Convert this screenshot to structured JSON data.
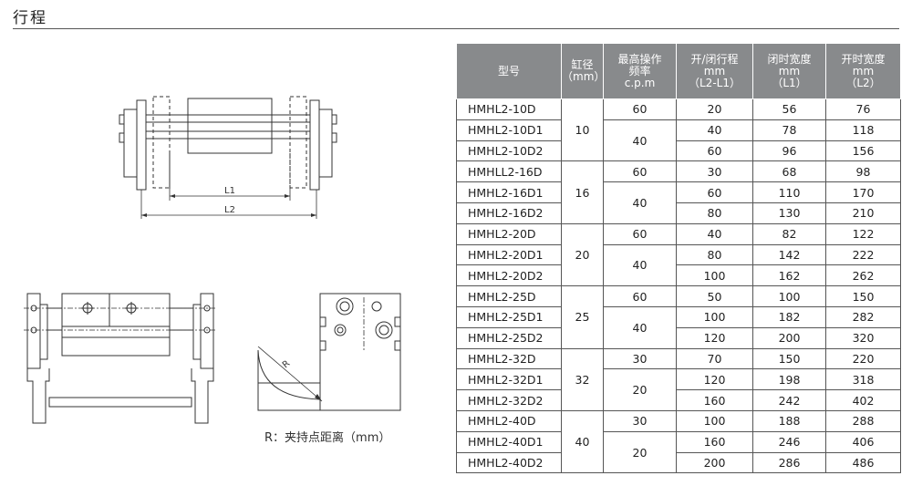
{
  "page": {
    "title": "行程"
  },
  "drawings": {
    "top_view": {
      "dim_inner": "L1",
      "dim_outer": "L2",
      "radius_label": "R"
    },
    "caption": "R：夹持点距离（mm）"
  },
  "table": {
    "headers": [
      {
        "lines": [
          "型号"
        ]
      },
      {
        "lines": [
          "缸径",
          "（mm）"
        ]
      },
      {
        "lines": [
          "最高操作",
          "频率",
          "c.p.m"
        ]
      },
      {
        "lines": [
          "开/闭行程",
          "mm",
          "（L2-L1）"
        ]
      },
      {
        "lines": [
          "闭时宽度",
          "mm",
          "（L1）"
        ]
      },
      {
        "lines": [
          "开时宽度",
          "mm",
          "（L2）"
        ]
      }
    ],
    "groups": [
      {
        "bore": "10",
        "rows": [
          {
            "model": "HMHL2-10D",
            "freq": "60",
            "stroke": "20",
            "l1": "56",
            "l2": "76"
          },
          {
            "model": "HMHL2-10D1",
            "freq": "40",
            "stroke": "40",
            "l1": "78",
            "l2": "118"
          },
          {
            "model": "HMHL2-10D2",
            "freq": null,
            "stroke": "60",
            "l1": "96",
            "l2": "156"
          }
        ]
      },
      {
        "bore": "16",
        "rows": [
          {
            "model": "HMHLL2-16D",
            "freq": "60",
            "stroke": "30",
            "l1": "68",
            "l2": "98"
          },
          {
            "model": "HMHL2-16D1",
            "freq": "40",
            "stroke": "60",
            "l1": "110",
            "l2": "170"
          },
          {
            "model": "HMHL2-16D2",
            "freq": null,
            "stroke": "80",
            "l1": "130",
            "l2": "210"
          }
        ]
      },
      {
        "bore": "20",
        "rows": [
          {
            "model": "HMHL2-20D",
            "freq": "60",
            "stroke": "40",
            "l1": "82",
            "l2": "122"
          },
          {
            "model": "HMHL2-20D1",
            "freq": "40",
            "stroke": "80",
            "l1": "142",
            "l2": "222"
          },
          {
            "model": "HMHL2-20D2",
            "freq": null,
            "stroke": "100",
            "l1": "162",
            "l2": "262"
          }
        ]
      },
      {
        "bore": "25",
        "rows": [
          {
            "model": "HMHL2-25D",
            "freq": "60",
            "stroke": "50",
            "l1": "100",
            "l2": "150"
          },
          {
            "model": "HMHL2-25D1",
            "freq": "40",
            "stroke": "100",
            "l1": "182",
            "l2": "282"
          },
          {
            "model": "HMHL2-25D2",
            "freq": null,
            "stroke": "120",
            "l1": "200",
            "l2": "320"
          }
        ]
      },
      {
        "bore": "32",
        "rows": [
          {
            "model": "HMHL2-32D",
            "freq": "30",
            "stroke": "70",
            "l1": "150",
            "l2": "220"
          },
          {
            "model": "HMHL2-32D1",
            "freq": "20",
            "stroke": "120",
            "l1": "198",
            "l2": "318"
          },
          {
            "model": "HMHL2-32D2",
            "freq": null,
            "stroke": "160",
            "l1": "242",
            "l2": "402"
          }
        ]
      },
      {
        "bore": "40",
        "rows": [
          {
            "model": "HMHL2-40D",
            "freq": "30",
            "stroke": "100",
            "l1": "188",
            "l2": "288"
          },
          {
            "model": "HMHL2-40D1",
            "freq": "20",
            "stroke": "160",
            "l1": "246",
            "l2": "406"
          },
          {
            "model": "HMHL2-40D2",
            "freq": null,
            "stroke": "200",
            "l1": "286",
            "l2": "486"
          }
        ]
      }
    ]
  },
  "colors": {
    "header_bg": "#888a8c",
    "header_text": "#ffffff",
    "line": "#333333"
  }
}
